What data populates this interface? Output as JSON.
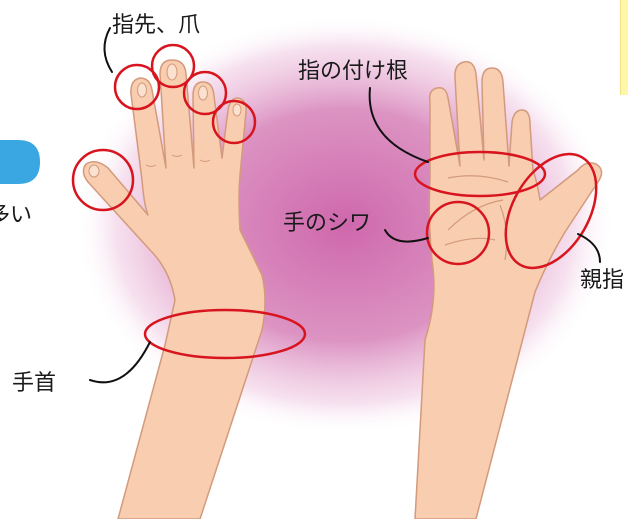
{
  "labels": {
    "fingertips_nails": "指先、爪",
    "finger_base": "指の付け根",
    "palm_crease": "手のシワ",
    "thumb": "親指",
    "wrist": "手首",
    "cut_text_left": "多い"
  },
  "colors": {
    "background_glow": "#cc5fa8",
    "skin": "#f8cdb0",
    "skin_outline": "#d39a7c",
    "circle": "#d8141e",
    "leader_line": "#111111",
    "blue_tab": "#3aa7e2",
    "yellow_tab": "#fff7a8"
  }
}
